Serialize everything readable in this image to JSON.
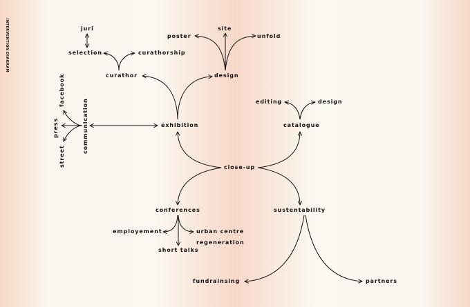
{
  "side_title": "INTERVENTION DIAGRAM",
  "nodes": {
    "juri": "juri",
    "selection": "selection",
    "curathorship": "curathorship",
    "curathor": "curathor",
    "site": "site",
    "poster": "poster",
    "unfold": "unfold",
    "design_top": "design",
    "facebook": "facebook",
    "press": "press",
    "street": "street",
    "communication": "communication",
    "exhibition": "exhibition",
    "editing": "editing",
    "design_catalogue": "design",
    "catalogue": "catalogue",
    "close_up": "close-up",
    "conferences": "conferences",
    "employement": "employement",
    "urban_centre": "urban centre",
    "regeneration": "regeneration",
    "short_talks": "short talks",
    "sustentability": "sustentability",
    "fundrainsing": "fundrainsing",
    "partners": "partners"
  }
}
